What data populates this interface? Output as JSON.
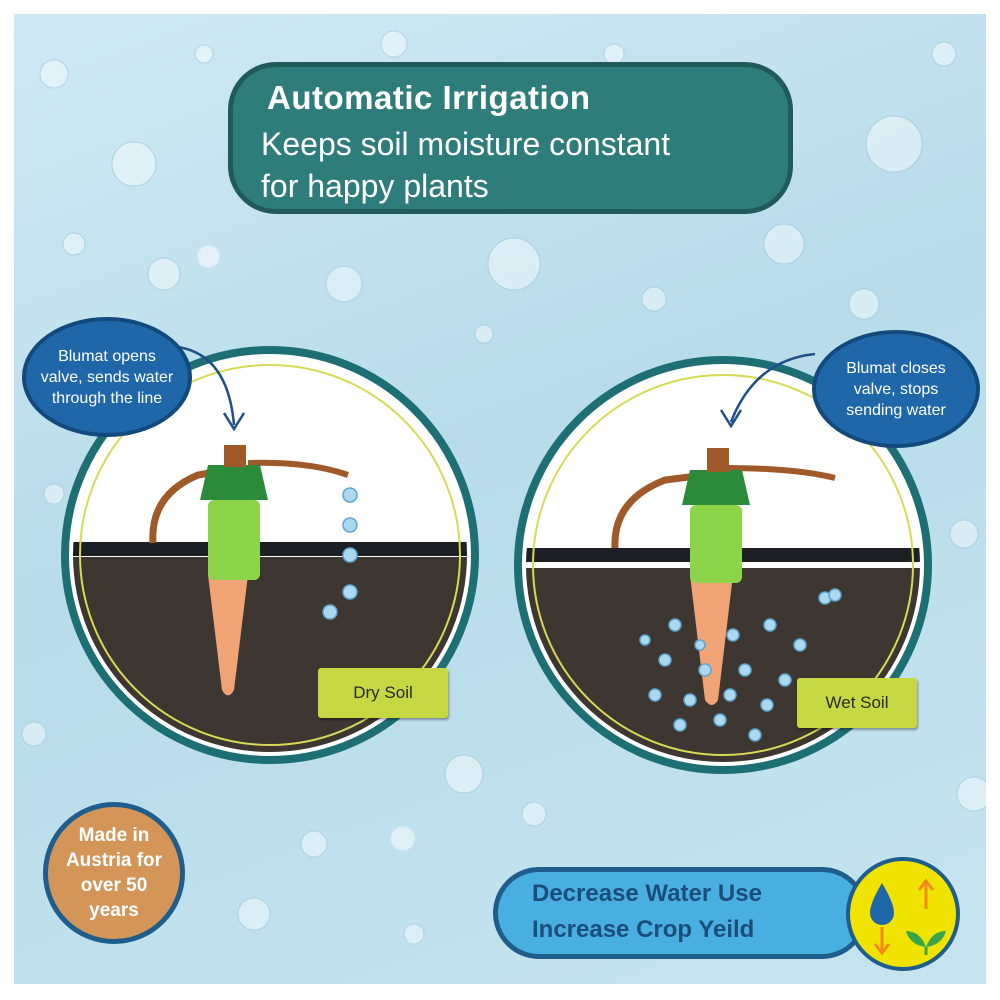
{
  "title": {
    "line1": "Automatic Irrigation",
    "line2": "Keeps soil moisture constant",
    "line3": "for happy plants"
  },
  "left_panel": {
    "callout": "Blumat opens valve, sends water through the line",
    "label": "Dry Soil"
  },
  "right_panel": {
    "callout": "Blumat closes valve, stops sending water",
    "label": "Wet Soil"
  },
  "badge": {
    "text": "Made in Austria for over 50 years"
  },
  "benefits": {
    "line1": "Decrease Water Use",
    "line2": "Increase Crop Yeild"
  },
  "colors": {
    "title_bg": "#2e7d7a",
    "callout_bg": "#1f67a8",
    "soil": "#3e3631",
    "label_bg": "#c5d843",
    "badge_bg": "#d39658",
    "benefit_bg": "#48afe0",
    "icon_bg": "#f1e300"
  },
  "icons": [
    "water-drop-icon",
    "up-arrow-icon",
    "down-arrow-icon",
    "sprout-icon"
  ]
}
